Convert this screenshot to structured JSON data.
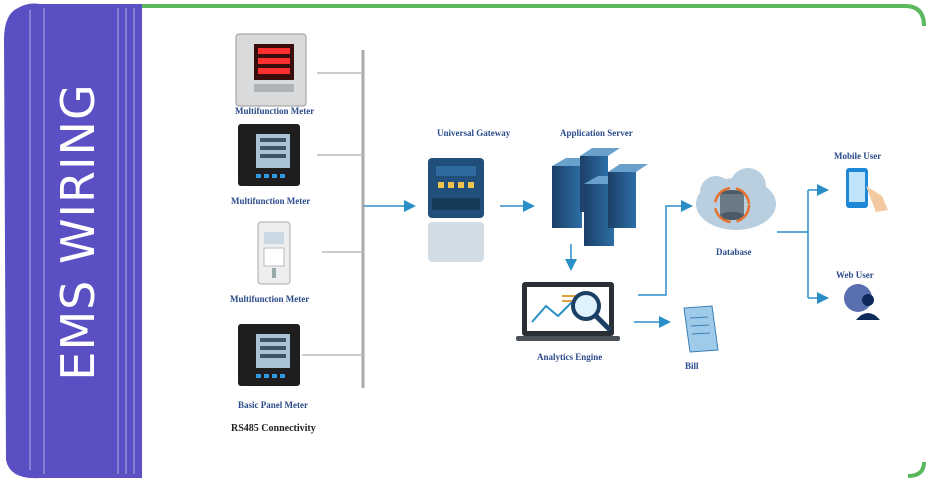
{
  "banner": {
    "title": "EMS WIRING"
  },
  "meters": [
    {
      "label": "Multifunction Meter"
    },
    {
      "label": "Multifunction Meter"
    },
    {
      "label": "Multifunction Meter"
    },
    {
      "label": "Basic Panel Meter"
    }
  ],
  "bus": {
    "label": "RS485 Connectivity"
  },
  "nodes": {
    "gateway": "Universal Gateway",
    "server": "Application Server",
    "analytics": "Analytics Engine",
    "database": "Database",
    "bill": "Bill",
    "mobile": "Mobile User",
    "web": "Web User"
  },
  "colors": {
    "banner": "#5b4fc4",
    "frame": "#5cb85c",
    "arrow": "#2a8fc7",
    "label": "#2b4b8c"
  }
}
